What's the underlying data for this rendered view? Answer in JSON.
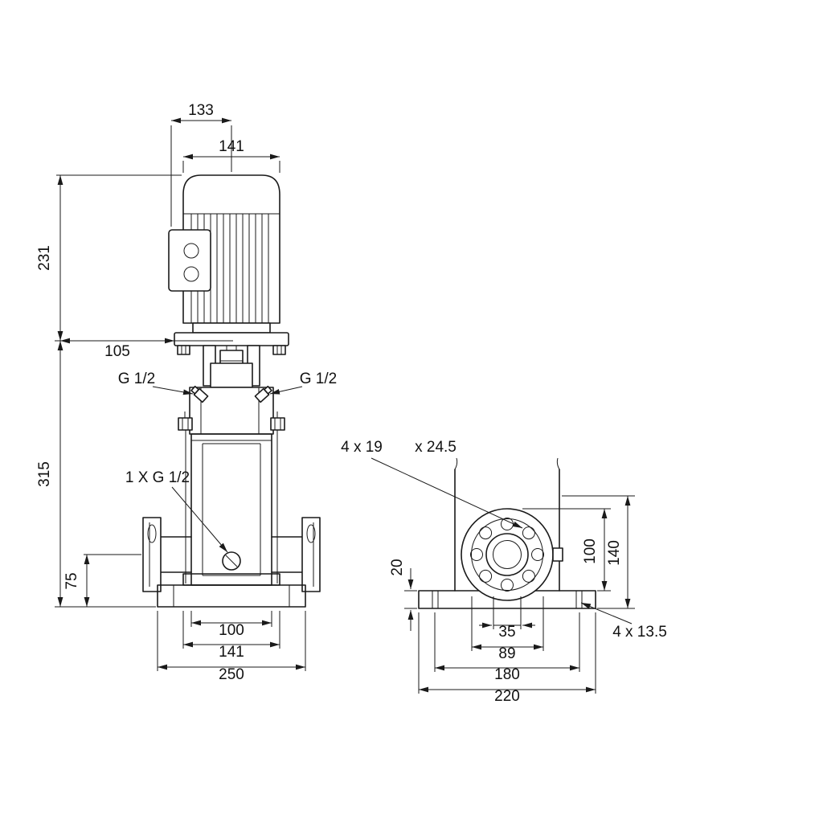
{
  "drawing": {
    "front": {
      "dims": {
        "motor_top_width": "133",
        "motor_width": "141",
        "motor_height": "231",
        "center_offset": "105",
        "pump_height": "315",
        "port_height": "75",
        "chamber_width": "100",
        "foot_width": "141",
        "base_width": "250"
      },
      "labels": {
        "left_port": "G 1/2",
        "right_port": "G 1/2",
        "drain_port": "1 X G 1/2"
      }
    },
    "side": {
      "dims": {
        "base_thickness": "20",
        "flange_center_height": "100",
        "overall_height": "140",
        "bore": "35",
        "raised_face": "89",
        "hole_spacing": "180",
        "base_width": "220"
      },
      "labels": {
        "flange_holes": "4 x 19",
        "counterbore": "x 24.5",
        "base_holes": "4 x 13.5"
      }
    },
    "colors": {
      "line": "#1a1a1a",
      "background": "#ffffff"
    }
  }
}
